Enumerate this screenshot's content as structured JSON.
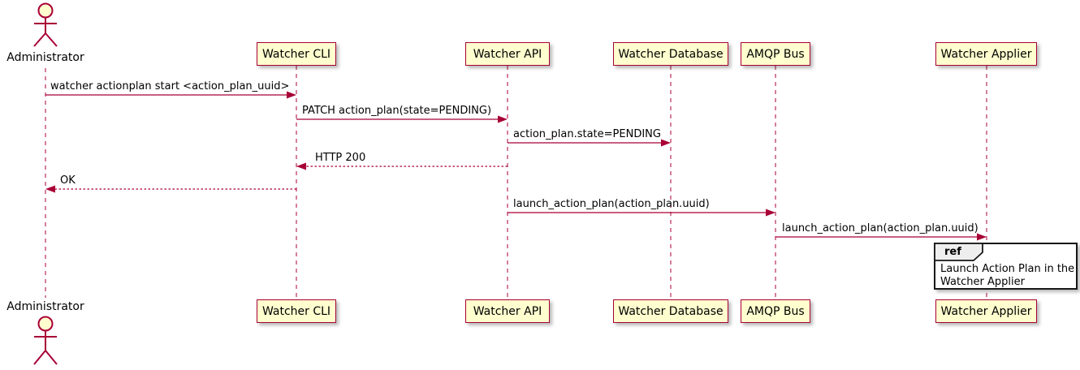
{
  "participants": [
    {
      "id": "administrator",
      "name": "Administrator",
      "type": "actor"
    },
    {
      "id": "watcher-cli",
      "name": "Watcher CLI",
      "type": "participant"
    },
    {
      "id": "watcher-api",
      "name": "Watcher API",
      "type": "participant"
    },
    {
      "id": "watcher-database",
      "name": "Watcher Database",
      "type": "participant"
    },
    {
      "id": "amqp-bus",
      "name": "AMQP Bus",
      "type": "participant"
    },
    {
      "id": "watcher-applier",
      "name": "Watcher Applier",
      "type": "participant"
    }
  ],
  "messages": [
    {
      "from": "Administrator",
      "to": "Watcher CLI",
      "label": "watcher actionplan start <action_plan_uuid>",
      "line": "solid"
    },
    {
      "from": "Watcher CLI",
      "to": "Watcher API",
      "label": "PATCH action_plan(state=PENDING)",
      "line": "solid"
    },
    {
      "from": "Watcher API",
      "to": "Watcher Database",
      "label": "action_plan.state=PENDING",
      "line": "solid"
    },
    {
      "from": "Watcher API",
      "to": "Watcher CLI",
      "label": "HTTP 200",
      "line": "dashed"
    },
    {
      "from": "Watcher CLI",
      "to": "Administrator",
      "label": "OK",
      "line": "dashed"
    },
    {
      "from": "Watcher API",
      "to": "AMQP Bus",
      "label": "launch_action_plan(action_plan.uuid)",
      "line": "solid"
    },
    {
      "from": "AMQP Bus",
      "to": "Watcher Applier",
      "label": "launch_action_plan(action_plan.uuid)",
      "line": "solid"
    }
  ],
  "ref_fragment": {
    "keyword": "ref",
    "over": "Watcher Applier",
    "line1": "Launch Action Plan in the",
    "line2": "Watcher Applier"
  },
  "colors": {
    "participant_fill": "#FEFECE",
    "participant_border": "#A80036",
    "line": "#A80036",
    "text": "#000000",
    "ref_border": "#181818",
    "ref_header_fill": "#EEEEEE",
    "bg": "#FFFFFF"
  }
}
